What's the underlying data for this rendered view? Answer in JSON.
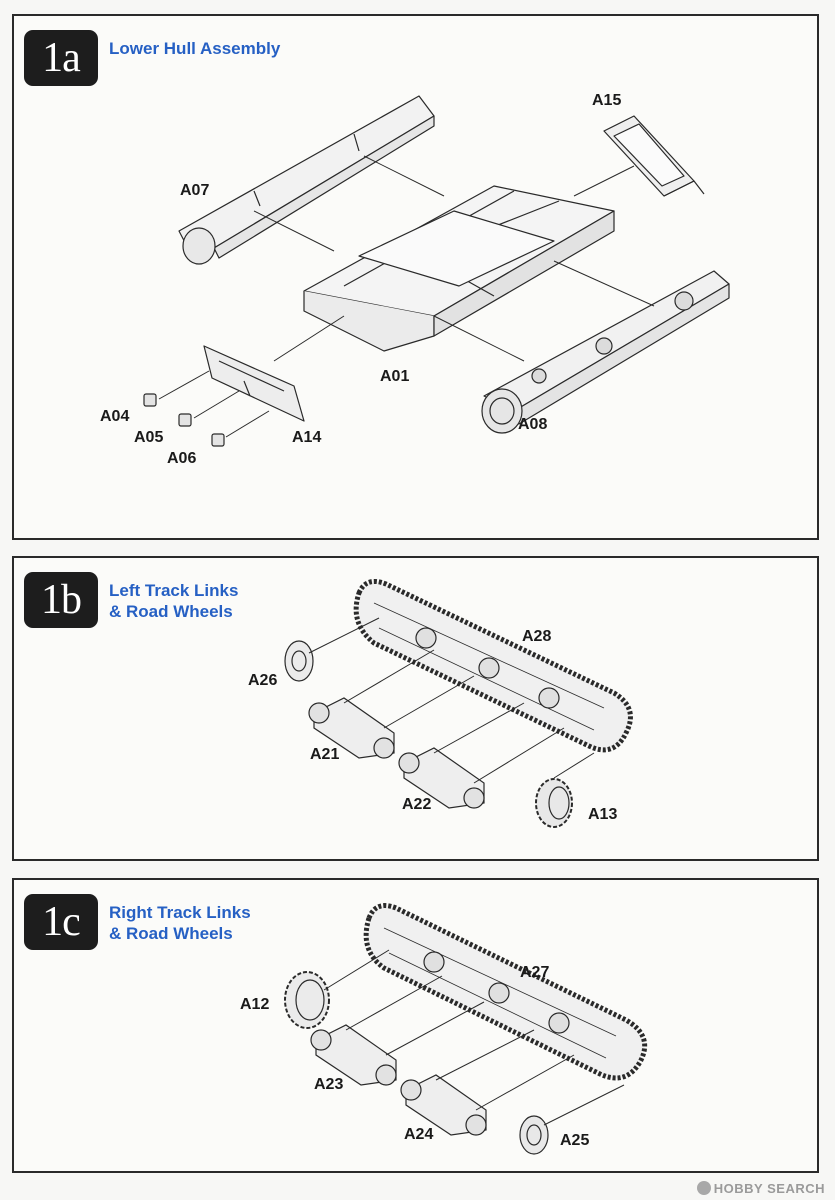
{
  "steps": [
    {
      "badge": "1a",
      "title_lines": [
        "Lower Hull Assembly"
      ],
      "parts": [
        "A01",
        "A04",
        "A05",
        "A06",
        "A07",
        "A08",
        "A14",
        "A15"
      ]
    },
    {
      "badge": "1b",
      "title_lines": [
        "Left Track Links",
        "& Road Wheels"
      ],
      "parts": [
        "A28",
        "A26",
        "A21",
        "A22",
        "A13"
      ]
    },
    {
      "badge": "1c",
      "title_lines": [
        "Right Track Links",
        "& Road Wheels"
      ],
      "parts": [
        "A27",
        "A12",
        "A23",
        "A24",
        "A25"
      ]
    }
  ],
  "watermark": "HOBBY SEARCH",
  "colors": {
    "title_blue": "#2660c4",
    "badge_bg": "#1d1d1d",
    "line_art": "#2a2a2a"
  }
}
